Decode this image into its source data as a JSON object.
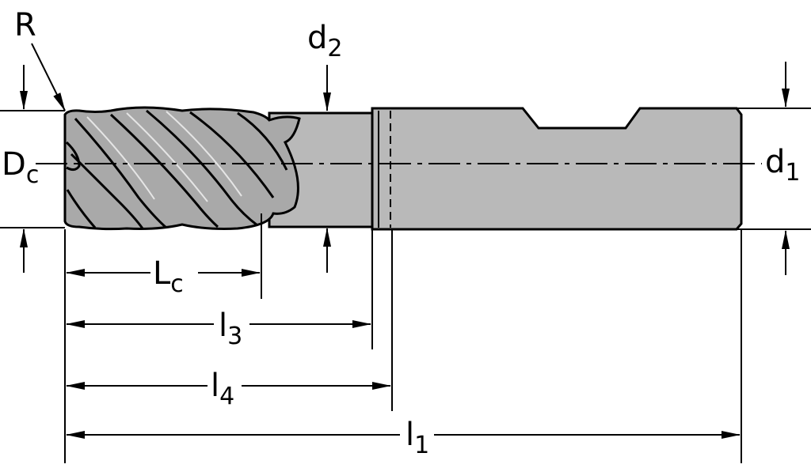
{
  "title": "End mill dimension drawing",
  "labels": {
    "corner_radius": "R",
    "neck_diameter": {
      "main": "d",
      "sub": "2"
    },
    "cutting_diameter": {
      "main": "D",
      "sub": "c"
    },
    "shank_diameter": {
      "main": "d",
      "sub": "1"
    },
    "cutting_length": {
      "main": "L",
      "sub": "c"
    },
    "neck_length": {
      "main": "l",
      "sub": "3"
    },
    "usable_length": {
      "main": "l",
      "sub": "4"
    },
    "overall_length": {
      "main": "l",
      "sub": "1"
    }
  },
  "colors": {
    "body": "#b9b9b9",
    "line": "#000000"
  }
}
